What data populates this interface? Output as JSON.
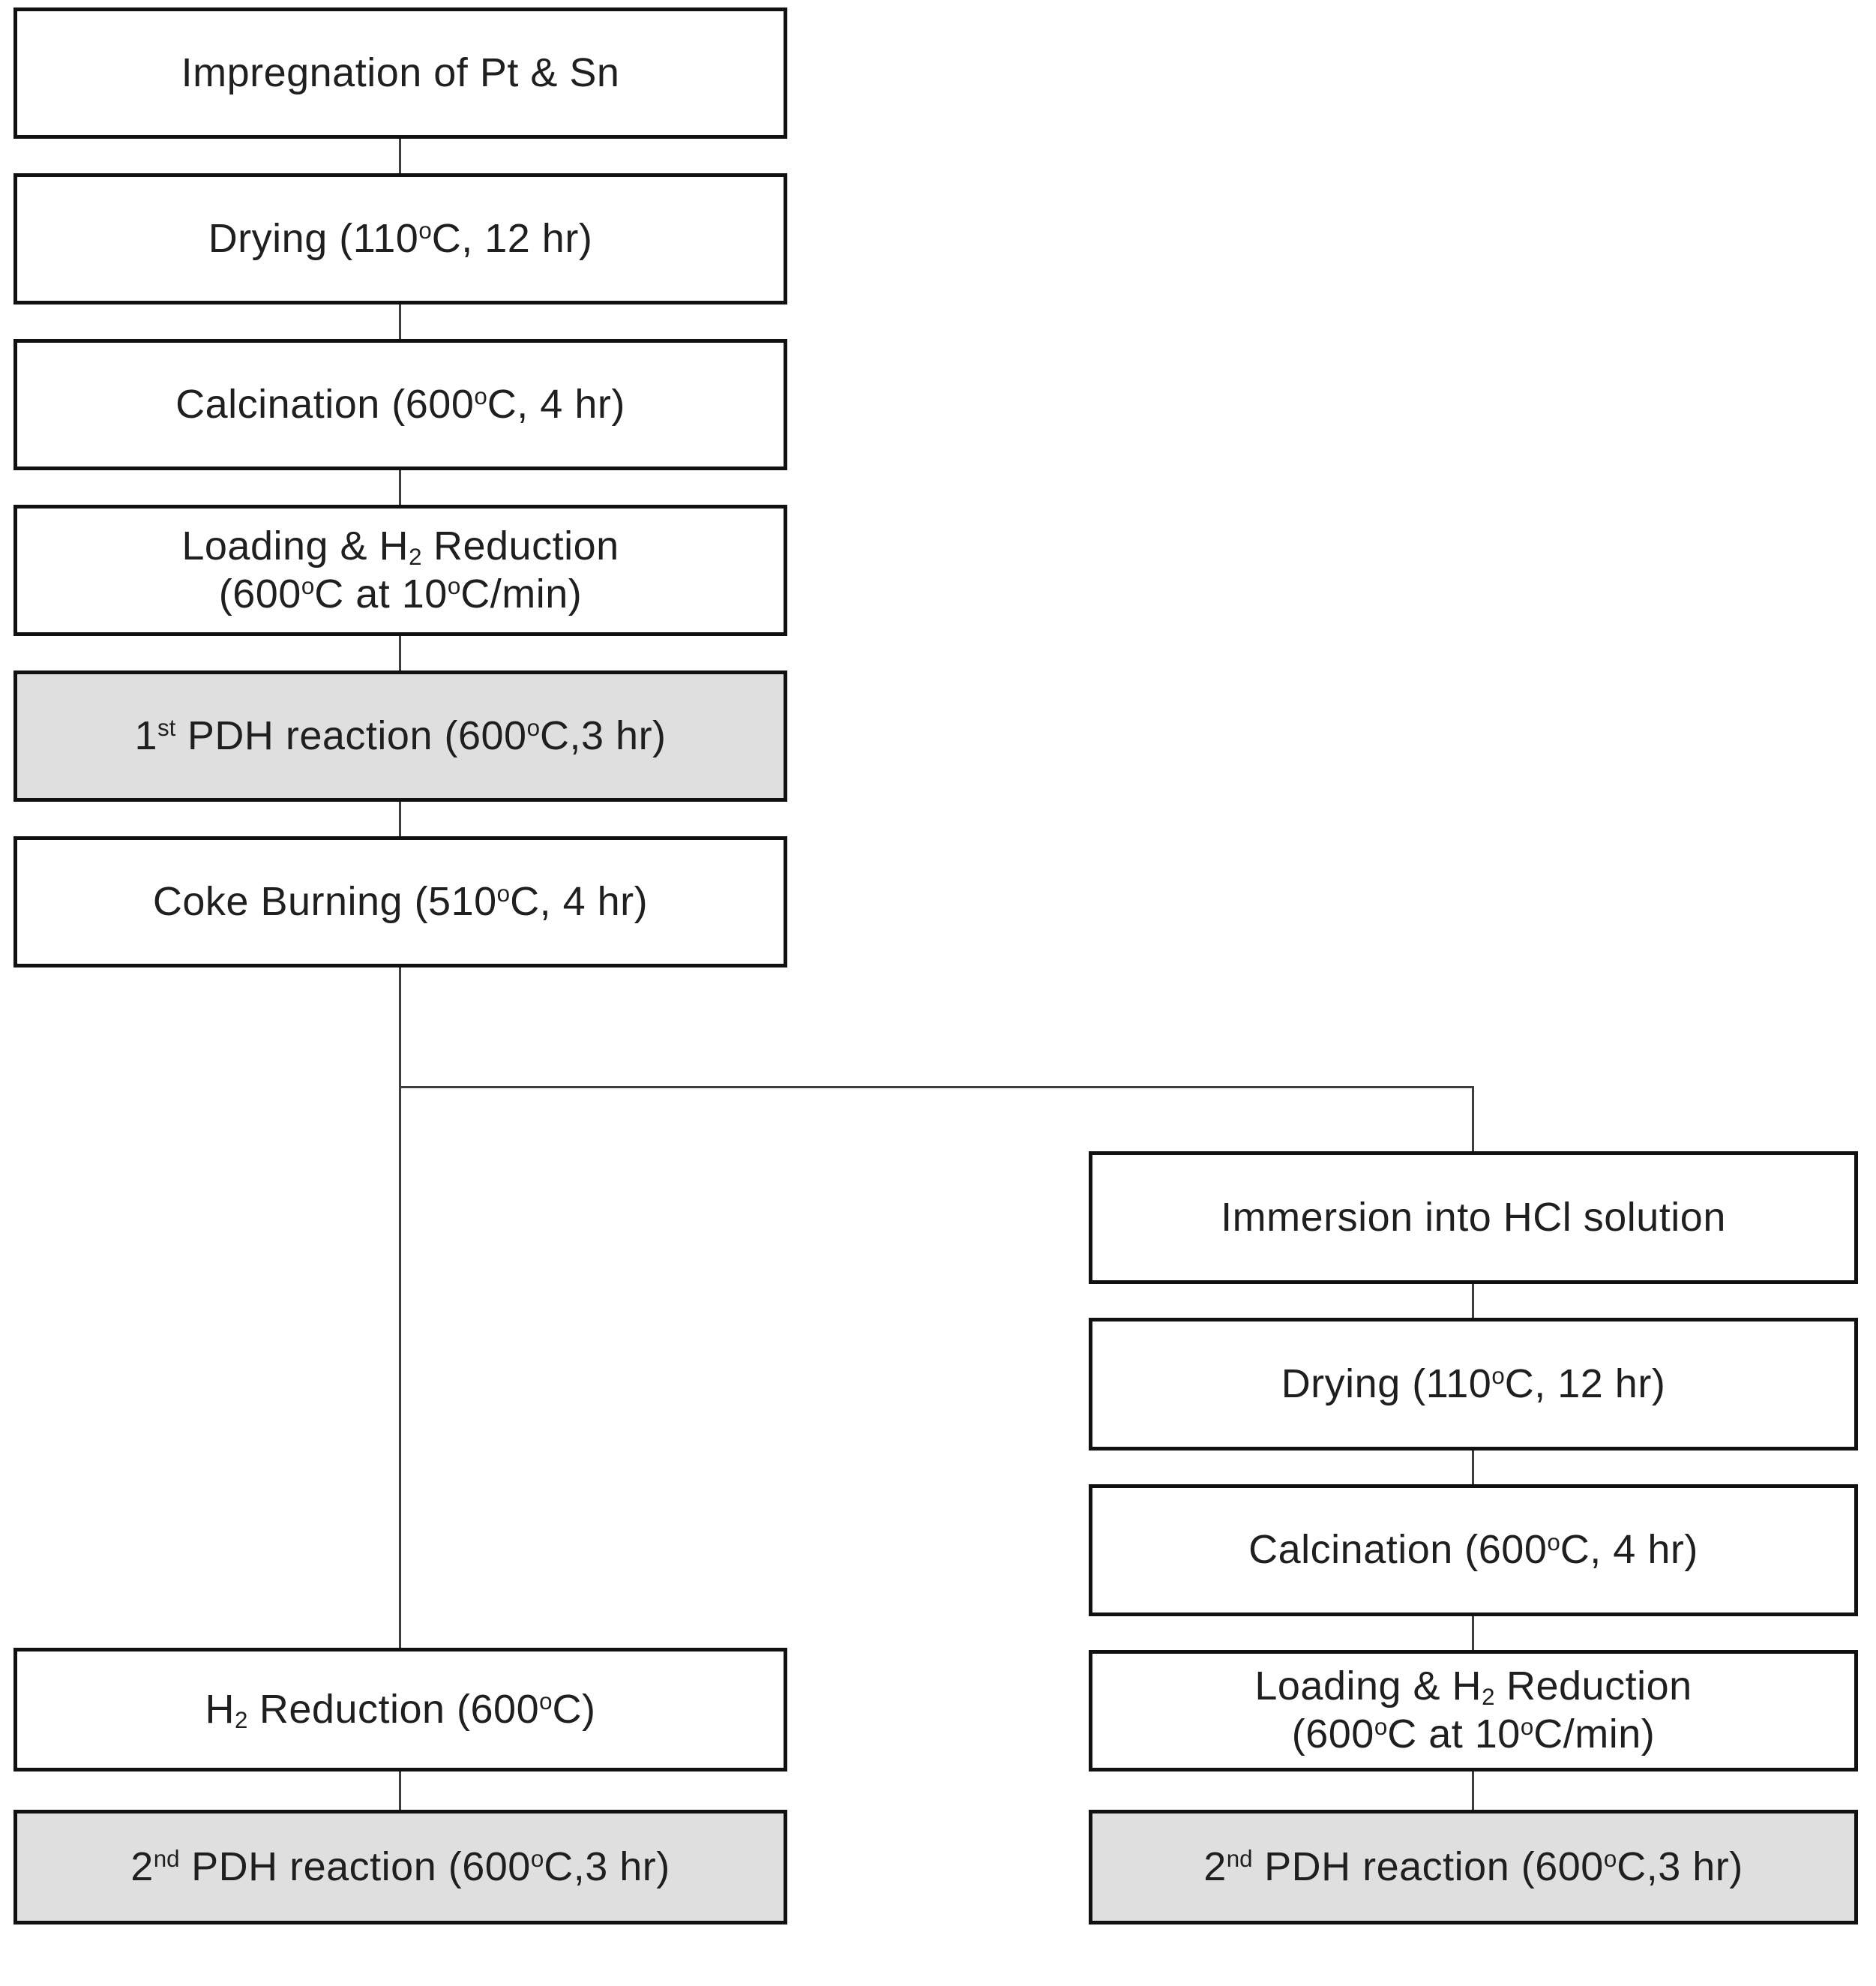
{
  "flowchart": {
    "colors": {
      "box_fill": "#ffffff",
      "box_fill_highlight": "#dfdfdf",
      "border": "#111111",
      "connector": "#3d3d3d",
      "text": "#1f1f1f",
      "background": "#ffffff"
    },
    "boxes": {
      "impregnation": {
        "variant": "white",
        "lines": [
          [
            {
              "t": "Impregnation of Pt & Sn"
            }
          ]
        ]
      },
      "drying_1": {
        "variant": "white",
        "lines": [
          [
            {
              "t": "Drying (110"
            },
            {
              "t": "o",
              "style": "sup"
            },
            {
              "t": "C, 12 hr)"
            }
          ]
        ]
      },
      "calcination_1": {
        "variant": "white",
        "lines": [
          [
            {
              "t": "Calcination (600"
            },
            {
              "t": "o",
              "style": "sup"
            },
            {
              "t": "C, 4 hr)"
            }
          ]
        ]
      },
      "loading_reduction_1": {
        "variant": "white",
        "lines": [
          [
            {
              "t": "Loading & H"
            },
            {
              "t": "2",
              "style": "sub"
            },
            {
              "t": " Reduction"
            }
          ],
          [
            {
              "t": "(600"
            },
            {
              "t": "o",
              "style": "sup"
            },
            {
              "t": "C at 10"
            },
            {
              "t": "o",
              "style": "sup"
            },
            {
              "t": "C/min)"
            }
          ]
        ]
      },
      "pdh_reaction_1": {
        "variant": "gray",
        "lines": [
          [
            {
              "t": "1"
            },
            {
              "t": "st",
              "style": "sup"
            },
            {
              "t": " PDH reaction (600"
            },
            {
              "t": "o",
              "style": "sup"
            },
            {
              "t": "C,3 hr)"
            }
          ]
        ]
      },
      "coke_burning": {
        "variant": "white",
        "lines": [
          [
            {
              "t": "Coke Burning (510"
            },
            {
              "t": "o",
              "style": "sup"
            },
            {
              "t": "C, 4 hr)"
            }
          ]
        ]
      },
      "h2_reduction": {
        "variant": "white",
        "lines": [
          [
            {
              "t": "H"
            },
            {
              "t": "2",
              "style": "sub"
            },
            {
              "t": " Reduction (600"
            },
            {
              "t": "o",
              "style": "sup"
            },
            {
              "t": "C)"
            }
          ]
        ]
      },
      "pdh_reaction_2_left": {
        "variant": "gray",
        "lines": [
          [
            {
              "t": "2"
            },
            {
              "t": "nd",
              "style": "sup"
            },
            {
              "t": " PDH reaction (600"
            },
            {
              "t": "o",
              "style": "sup"
            },
            {
              "t": "C,3 hr)"
            }
          ]
        ]
      },
      "immersion": {
        "variant": "white",
        "lines": [
          [
            {
              "t": "Immersion into HCl solution"
            }
          ]
        ]
      },
      "drying_2": {
        "variant": "white",
        "lines": [
          [
            {
              "t": "Drying (110"
            },
            {
              "t": "o",
              "style": "sup"
            },
            {
              "t": "C, 12 hr)"
            }
          ]
        ]
      },
      "calcination_2": {
        "variant": "white",
        "lines": [
          [
            {
              "t": "Calcination (600"
            },
            {
              "t": "o",
              "style": "sup"
            },
            {
              "t": "C, 4 hr)"
            }
          ]
        ]
      },
      "loading_reduction_2": {
        "variant": "white",
        "lines": [
          [
            {
              "t": "Loading & H"
            },
            {
              "t": "2",
              "style": "sub"
            },
            {
              "t": " Reduction"
            }
          ],
          [
            {
              "t": "(600"
            },
            {
              "t": "o",
              "style": "sup"
            },
            {
              "t": "C at 10"
            },
            {
              "t": "o",
              "style": "sup"
            },
            {
              "t": "C/min)"
            }
          ]
        ]
      },
      "pdh_reaction_2_right": {
        "variant": "gray",
        "lines": [
          [
            {
              "t": "2"
            },
            {
              "t": "nd",
              "style": "sup"
            },
            {
              "t": " PDH reaction (600"
            },
            {
              "t": "o",
              "style": "sup"
            },
            {
              "t": "C,3 hr)"
            }
          ]
        ]
      }
    }
  }
}
